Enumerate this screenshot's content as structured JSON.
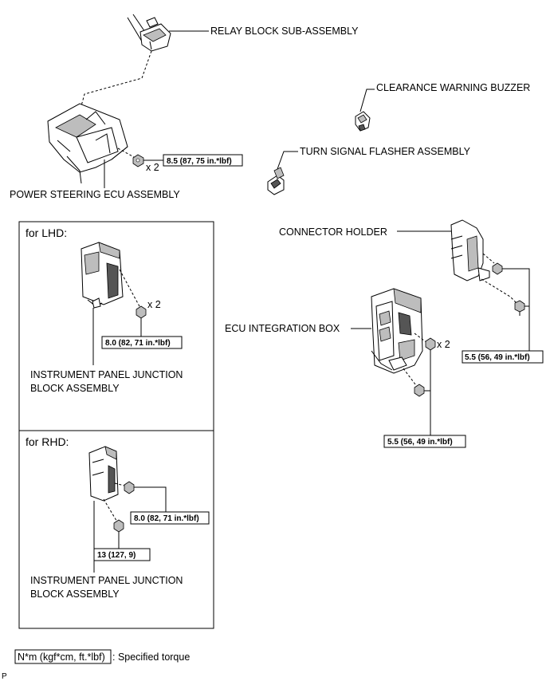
{
  "labels": {
    "relay_block": "RELAY BLOCK SUB-ASSEMBLY",
    "clearance_buzzer": "CLEARANCE WARNING BUZZER",
    "turn_signal": "TURN SIGNAL FLASHER ASSEMBLY",
    "power_steering": "POWER STEERING ECU ASSEMBLY",
    "connector_holder": "CONNECTOR HOLDER",
    "ecu_box": "ECU INTEGRATION BOX",
    "ipjb_lhd_line1": "INSTRUMENT PANEL JUNCTION",
    "ipjb_lhd_line2": "BLOCK ASSEMBLY",
    "ipjb_rhd_line1": "INSTRUMENT PANEL JUNCTION",
    "ipjb_rhd_line2": "BLOCK ASSEMBLY"
  },
  "panels": {
    "lhd_title": "for LHD:",
    "rhd_title": "for RHD:"
  },
  "quantities": {
    "ps_nut": "x 2",
    "lhd_nut": "x 2",
    "ecu_nut": "x 2"
  },
  "torques": {
    "power_steering": "8.5 (87, 75 in.*lbf)",
    "lhd": "8.0 (82, 71 in.*lbf)",
    "rhd_nut": "8.0 (82, 71 in.*lbf)",
    "rhd_bolt": "13 (127, 9)",
    "connector_holder": "5.5 (56, 49 in.*lbf)",
    "ecu_box": "5.5 (56, 49 in.*lbf)"
  },
  "legend": {
    "unit": "N*m (kgf*cm, ft.*lbf)",
    "description": ": Specified torque"
  },
  "corner_mark": "P"
}
